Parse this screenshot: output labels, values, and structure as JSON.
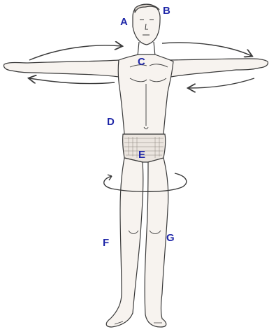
{
  "labels": {
    "a": "A",
    "b": "B",
    "c": "C",
    "d": "D",
    "e": "E",
    "f": "F",
    "g": "G"
  },
  "colors": {
    "label": "#1f27a8",
    "line": "#3a3a3a",
    "skin": "#f7f3ef",
    "shade": "#d9d2cb"
  }
}
